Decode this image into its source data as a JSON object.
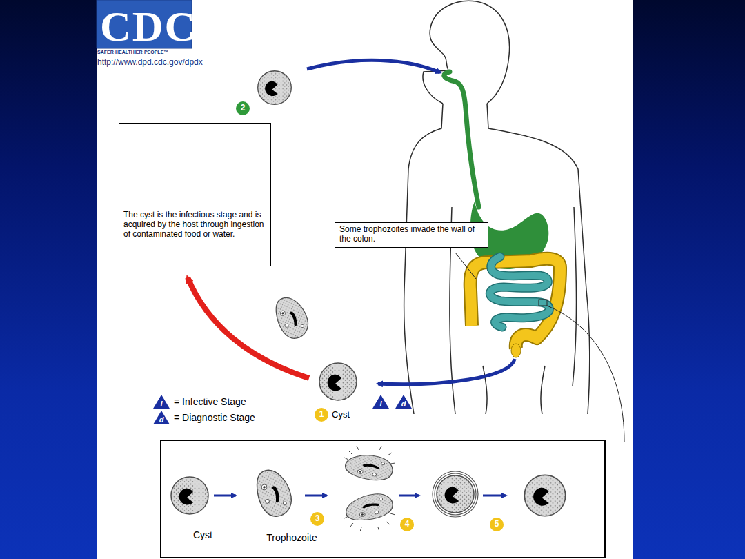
{
  "diagram": {
    "nodes": [
      {
        "text": [
          "The cyst is the infectious stage and is acquired by the host through ingestion of contaminated food or water."
        ]
      },
      {
        "text": [
          "Some trophozoites invade the wall of the colon."
        ]
      },
      {
        "text": [
          "Cyst",
          "Trophozoite"
        ]
      }
    ],
    "labels": [
      "CDC",
      "SAFER·HEALTHIER·PEOPLE™",
      "http://www.dpd.cdc.gov/dpdx",
      "2",
      "i",
      "d",
      "i",
      "d",
      "1",
      "Cyst",
      "3",
      "4",
      "5"
    ],
    "legend": [
      {
        "text": "= Infective Stage"
      },
      {
        "text": "= Diagnostic Stage"
      }
    ]
  }
}
